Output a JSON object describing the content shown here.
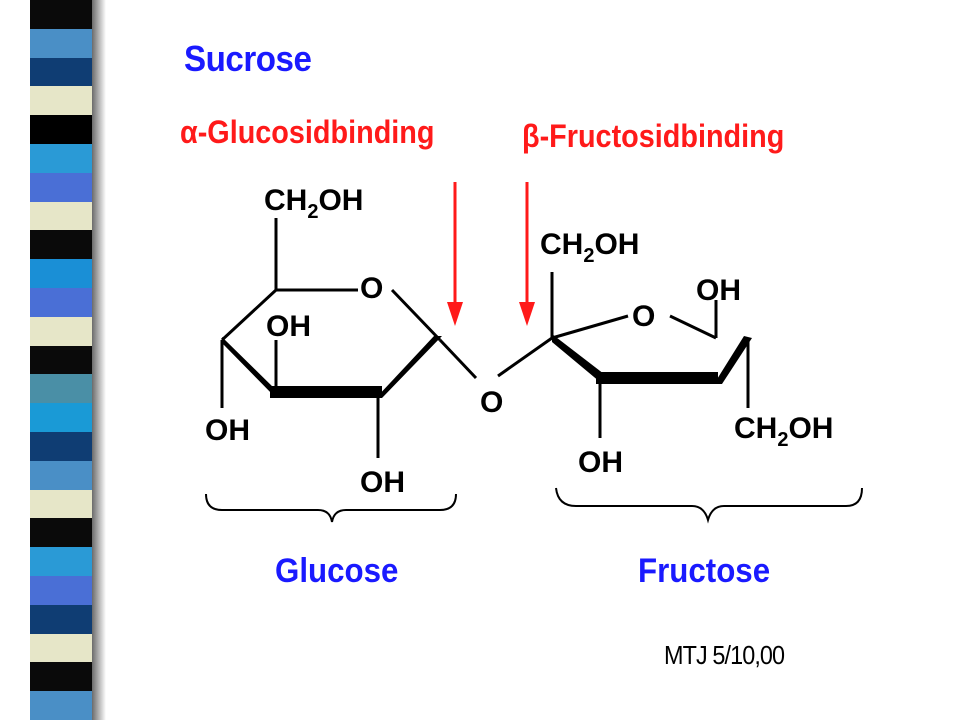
{
  "slide": {
    "title": "Sucrose",
    "alpha_label": "α-Glucosidbinding",
    "beta_label": "β-Fructosidbinding",
    "glucose_label": "Glucose",
    "fructose_label": "Fructose",
    "credit": "MTJ 5/10,00"
  },
  "molecule": {
    "glucose_ch2oh": "CH",
    "subscript_2": "2",
    "oh_suffix": "OH",
    "ring_o": "O",
    "bridge_o": "O",
    "oh": "OH"
  },
  "colors": {
    "title_blue": "#1a1aff",
    "label_red": "#ff1a1a",
    "arrow_red": "#ff1a1a",
    "strip": [
      "#0a0a0a",
      "#4a8fc6",
      "#0f3d73",
      "#e6e6c8",
      "#000000",
      "#2a9ad6",
      "#4a6fd6",
      "#e6e6c8",
      "#0a0a0a",
      "#1a8fd6",
      "#4a6fd6",
      "#e6e6c8",
      "#0a0a0a",
      "#4a8fa6",
      "#1a9ad6",
      "#0f3d73",
      "#4a8fc6",
      "#e6e6c8",
      "#0a0a0a",
      "#2a9ad6",
      "#4a6fd6",
      "#0f3d73",
      "#e6e6c8",
      "#0a0a0a",
      "#4a8fc6"
    ]
  }
}
